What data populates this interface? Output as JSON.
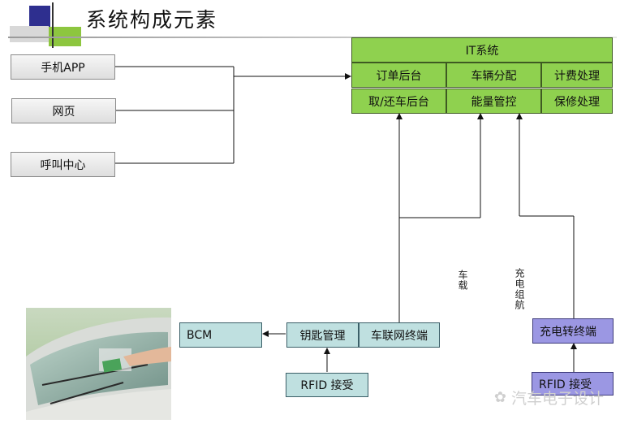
{
  "title": "系统构成元素",
  "channels": [
    "手机APP",
    "网页",
    "呼叫中心"
  ],
  "it_system": {
    "header": "IT系统",
    "row1": [
      "订单后台",
      "车辆分配",
      "计费处理"
    ],
    "row2": [
      "取/还车后台",
      "能量管控",
      "保修处理"
    ]
  },
  "vehicle": {
    "bcm": "BCM",
    "key_mgmt": "钥匙管理",
    "telematics": "车联网终端",
    "rfid": "RFID 接受"
  },
  "charging": {
    "terminal": "充电转终端",
    "rfid": "RFID 接受"
  },
  "vertical_labels": {
    "vehicle": "车载",
    "charging_nav": "充电组航"
  },
  "watermark": "汽车电子设计",
  "colors": {
    "green": "#8fd14f",
    "cyan": "#bfe0e0",
    "purple": "#9b97e3",
    "gray": "#e8e8e8"
  }
}
